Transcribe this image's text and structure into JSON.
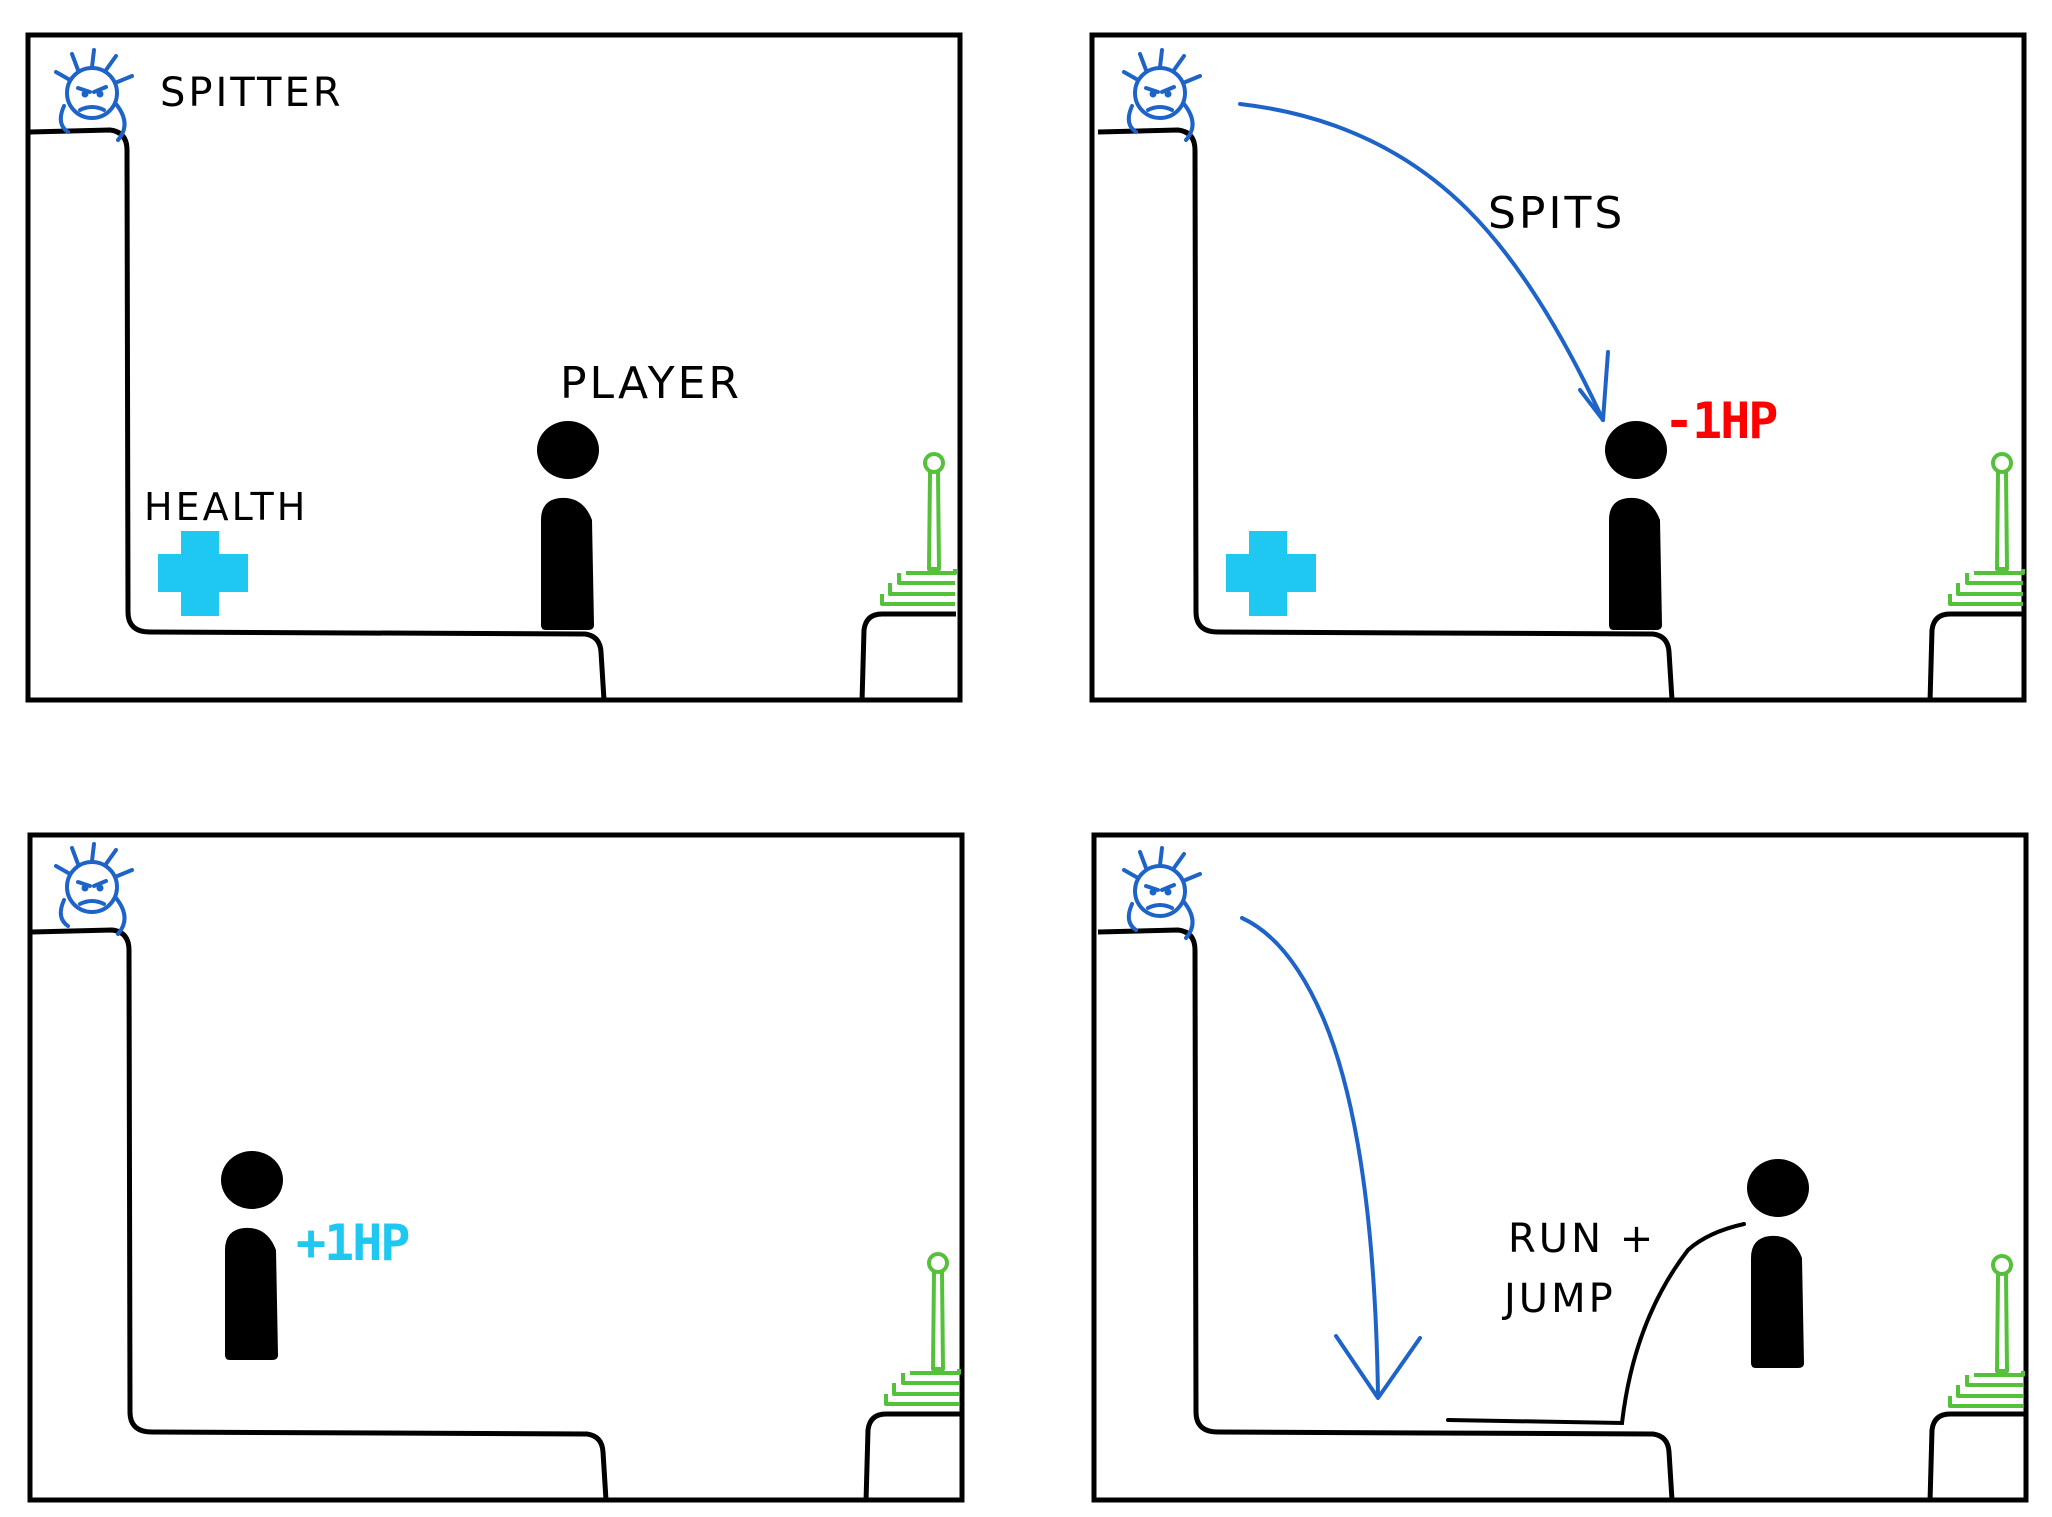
{
  "colors": {
    "ink": "#000000",
    "spitter": "#1e64c8",
    "health": "#1ec8f0",
    "damage": "#ff0000",
    "checkpoint": "#55c13b",
    "background": "#ffffff"
  },
  "labels": {
    "spitter": "SPITTER",
    "player": "PLAYER",
    "health": "HEALTH",
    "spits": "SPITS",
    "minus_hp": "-1HP",
    "plus_hp": "+1HP",
    "run": "RUN +",
    "jump": "JUMP"
  },
  "icons": {
    "enemy": "spitter-icon",
    "pickup": "health-cross-icon",
    "goal": "checkpoint-pole-icon",
    "hero": "player-icon"
  }
}
